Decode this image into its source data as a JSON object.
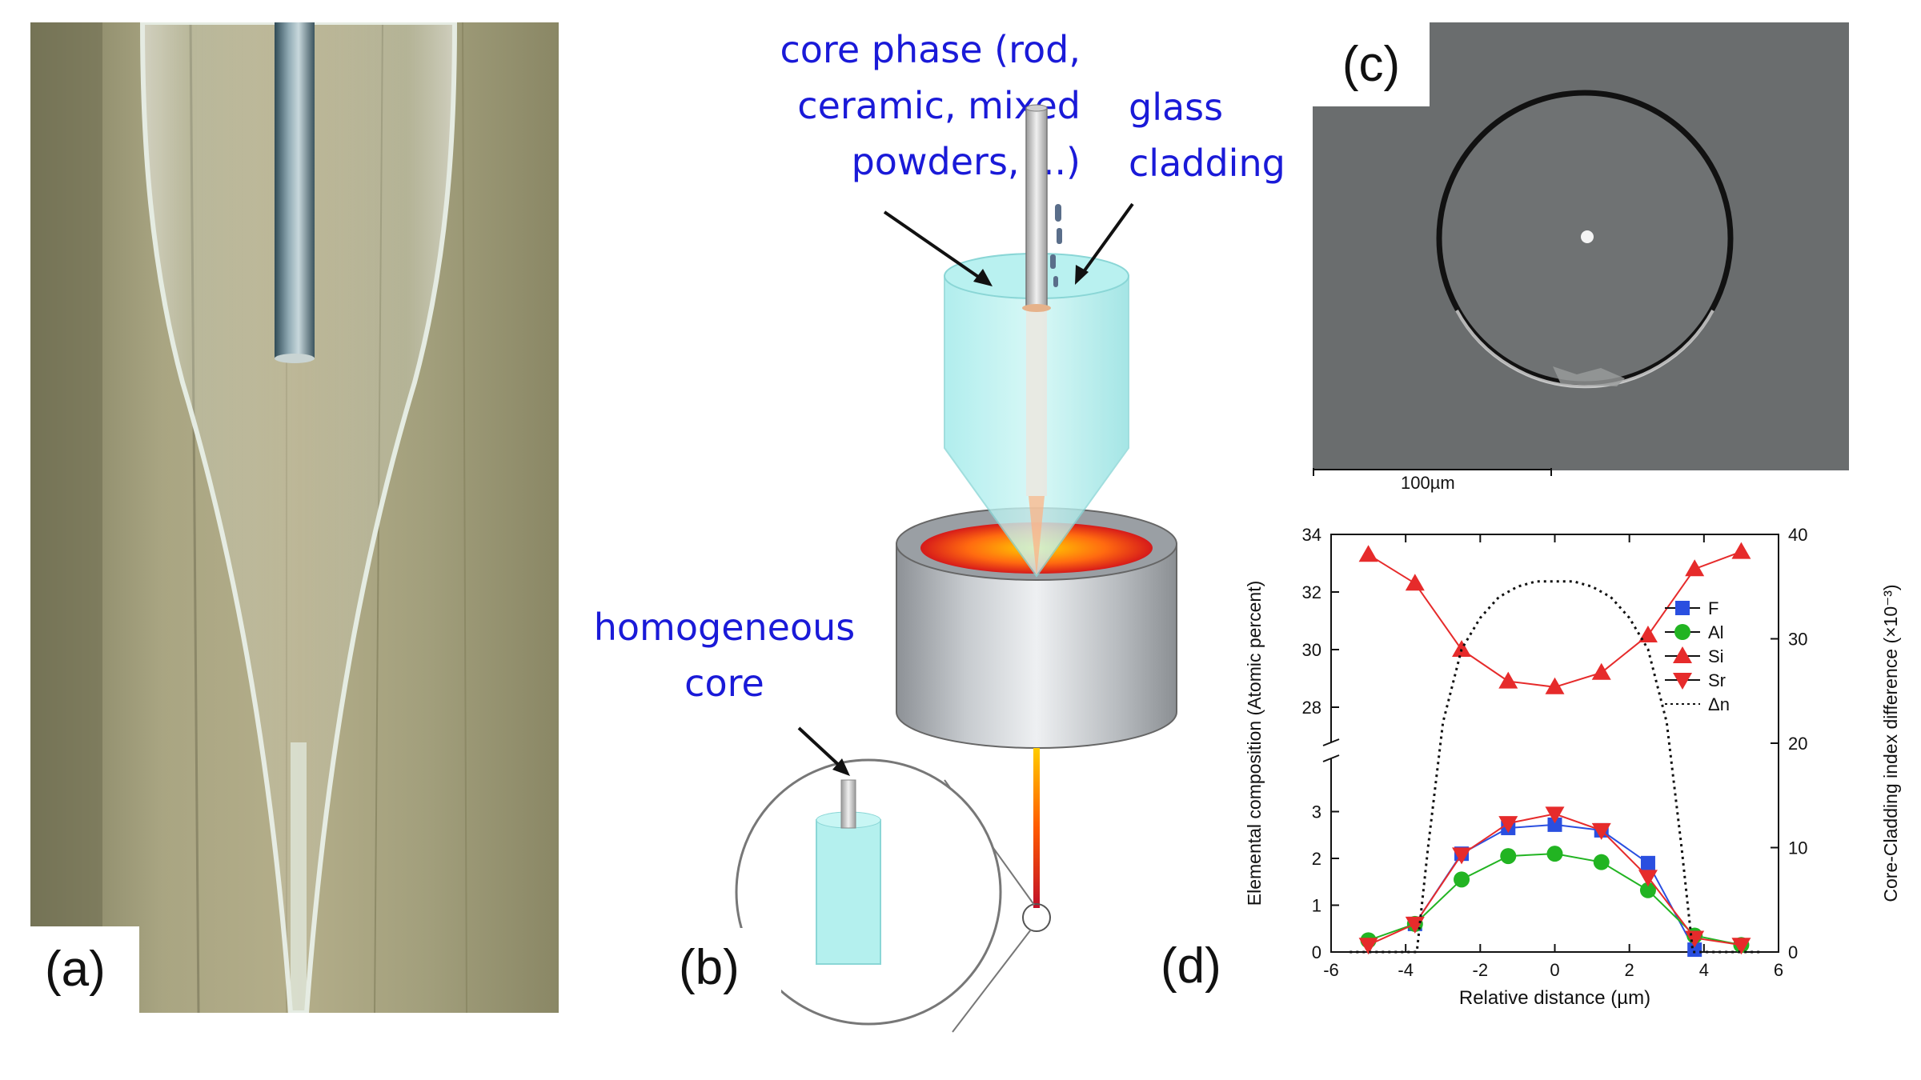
{
  "panels": {
    "a": {
      "label": "(a)"
    },
    "b": {
      "label": "(b)",
      "core_phase_line1": "core phase (rod,",
      "core_phase_line2": "ceramic, mixed",
      "core_phase_line3": "powders, ...)",
      "glass_line1": "glass",
      "glass_line2": "cladding",
      "homog_line1": "homogeneous",
      "homog_line2": "core"
    },
    "c": {
      "label": "(c)",
      "scale_text": "100µm"
    },
    "d": {
      "label": "(d)"
    }
  },
  "chart_data": {
    "type": "line",
    "xlabel": "Relative distance (µm)",
    "ylabel": "Elemental composition (Atomic percent)",
    "y2label": "Core-Cladding index difference (×10⁻³)",
    "xlim": [
      -6,
      6
    ],
    "xticks": [
      "-6",
      "-4",
      "-2",
      "0",
      "2",
      "4",
      "6"
    ],
    "y_upper_ticks": [
      "28",
      "30",
      "32",
      "34"
    ],
    "y_lower_ticks": [
      "0",
      "1",
      "2",
      "3"
    ],
    "y2_ticks": [
      "0",
      "10",
      "20",
      "30",
      "40"
    ],
    "ylim_upper": [
      27,
      34
    ],
    "ylim_lower": [
      0,
      4
    ],
    "y2lim": [
      0,
      40
    ],
    "axis_break": true,
    "legend_position": "right",
    "series": [
      {
        "name": "F",
        "marker": "square",
        "color": "#2a4fe0",
        "x": [
          -3.75,
          -2.5,
          -1.25,
          0,
          1.25,
          2.5,
          3.75
        ],
        "y": [
          0.6,
          2.1,
          2.65,
          2.72,
          2.6,
          1.9,
          0.05
        ]
      },
      {
        "name": "Al",
        "marker": "circle",
        "color": "#22b422",
        "x": [
          -5,
          -3.75,
          -2.5,
          -1.25,
          0,
          1.25,
          2.5,
          3.75,
          5
        ],
        "y": [
          0.25,
          0.6,
          1.55,
          2.05,
          2.1,
          1.92,
          1.32,
          0.35,
          0.15
        ]
      },
      {
        "name": "Si",
        "marker": "triangle-up",
        "color": "#e62b2b",
        "x": [
          -5,
          -3.75,
          -2.5,
          -1.25,
          0,
          1.25,
          2.5,
          3.75,
          5
        ],
        "y": [
          33.3,
          32.3,
          30.0,
          28.9,
          28.7,
          29.2,
          30.5,
          32.8,
          33.4
        ]
      },
      {
        "name": "Sr",
        "marker": "triangle-down",
        "color": "#e62b2b",
        "x": [
          -5,
          -3.75,
          -2.5,
          -1.25,
          0,
          1.25,
          2.5,
          3.75,
          5
        ],
        "y": [
          0.15,
          0.6,
          2.08,
          2.75,
          2.95,
          2.6,
          1.6,
          0.3,
          0.15
        ]
      },
      {
        "name": "Δn",
        "style": "dotted",
        "color": "#111111",
        "axis": "right",
        "x": [
          -5.5,
          -4,
          -3.7,
          -3.4,
          -3.0,
          -2.5,
          -2.0,
          -1.5,
          -1.0,
          -0.5,
          0,
          0.5,
          1.0,
          1.5,
          2.0,
          2.5,
          3.0,
          3.4,
          3.7,
          4,
          5.5
        ],
        "y": [
          0,
          0,
          0,
          10,
          22,
          29,
          32,
          34,
          35,
          35.5,
          35.5,
          35.5,
          35,
          34,
          32,
          29,
          22,
          10,
          0,
          0,
          0
        ]
      }
    ]
  }
}
